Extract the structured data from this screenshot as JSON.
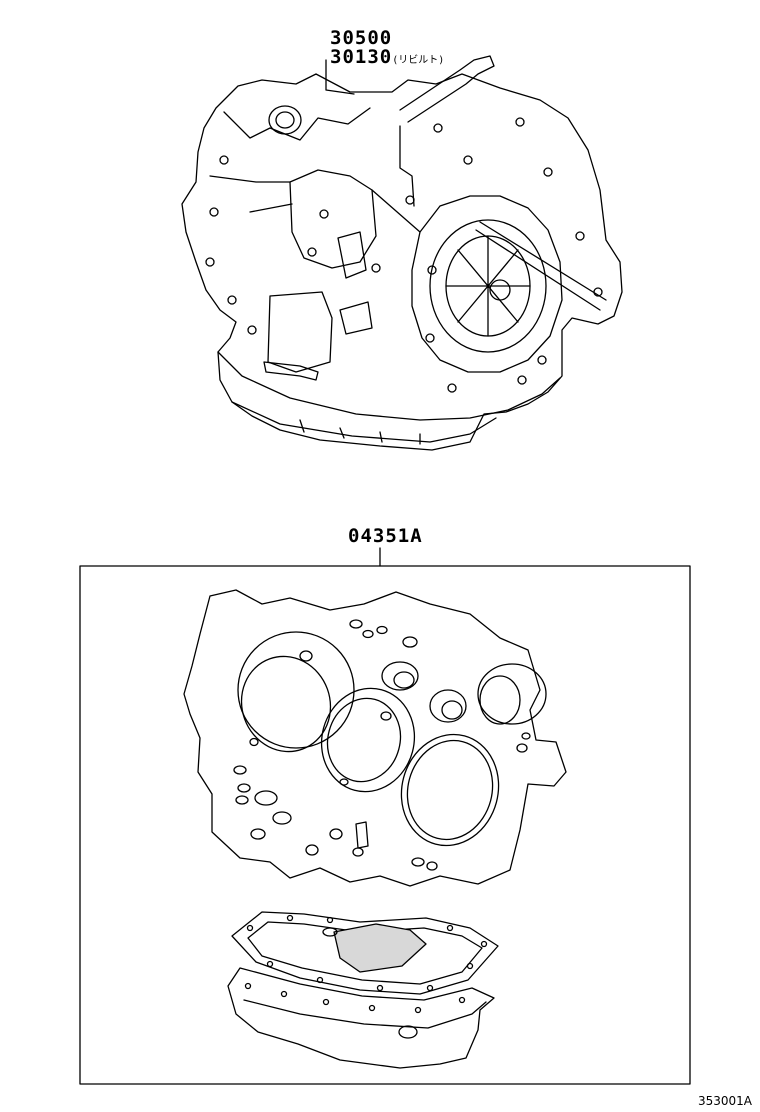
{
  "callouts": {
    "assembly_part_1": "30500",
    "assembly_part_2": "30130",
    "assembly_part_2_note": "(リビルト)",
    "gasket_kit_part": "04351A"
  },
  "figure_number": "353001A",
  "colors": {
    "line": "#000000",
    "background": "#ffffff",
    "mesh": "#d8d8d8"
  }
}
